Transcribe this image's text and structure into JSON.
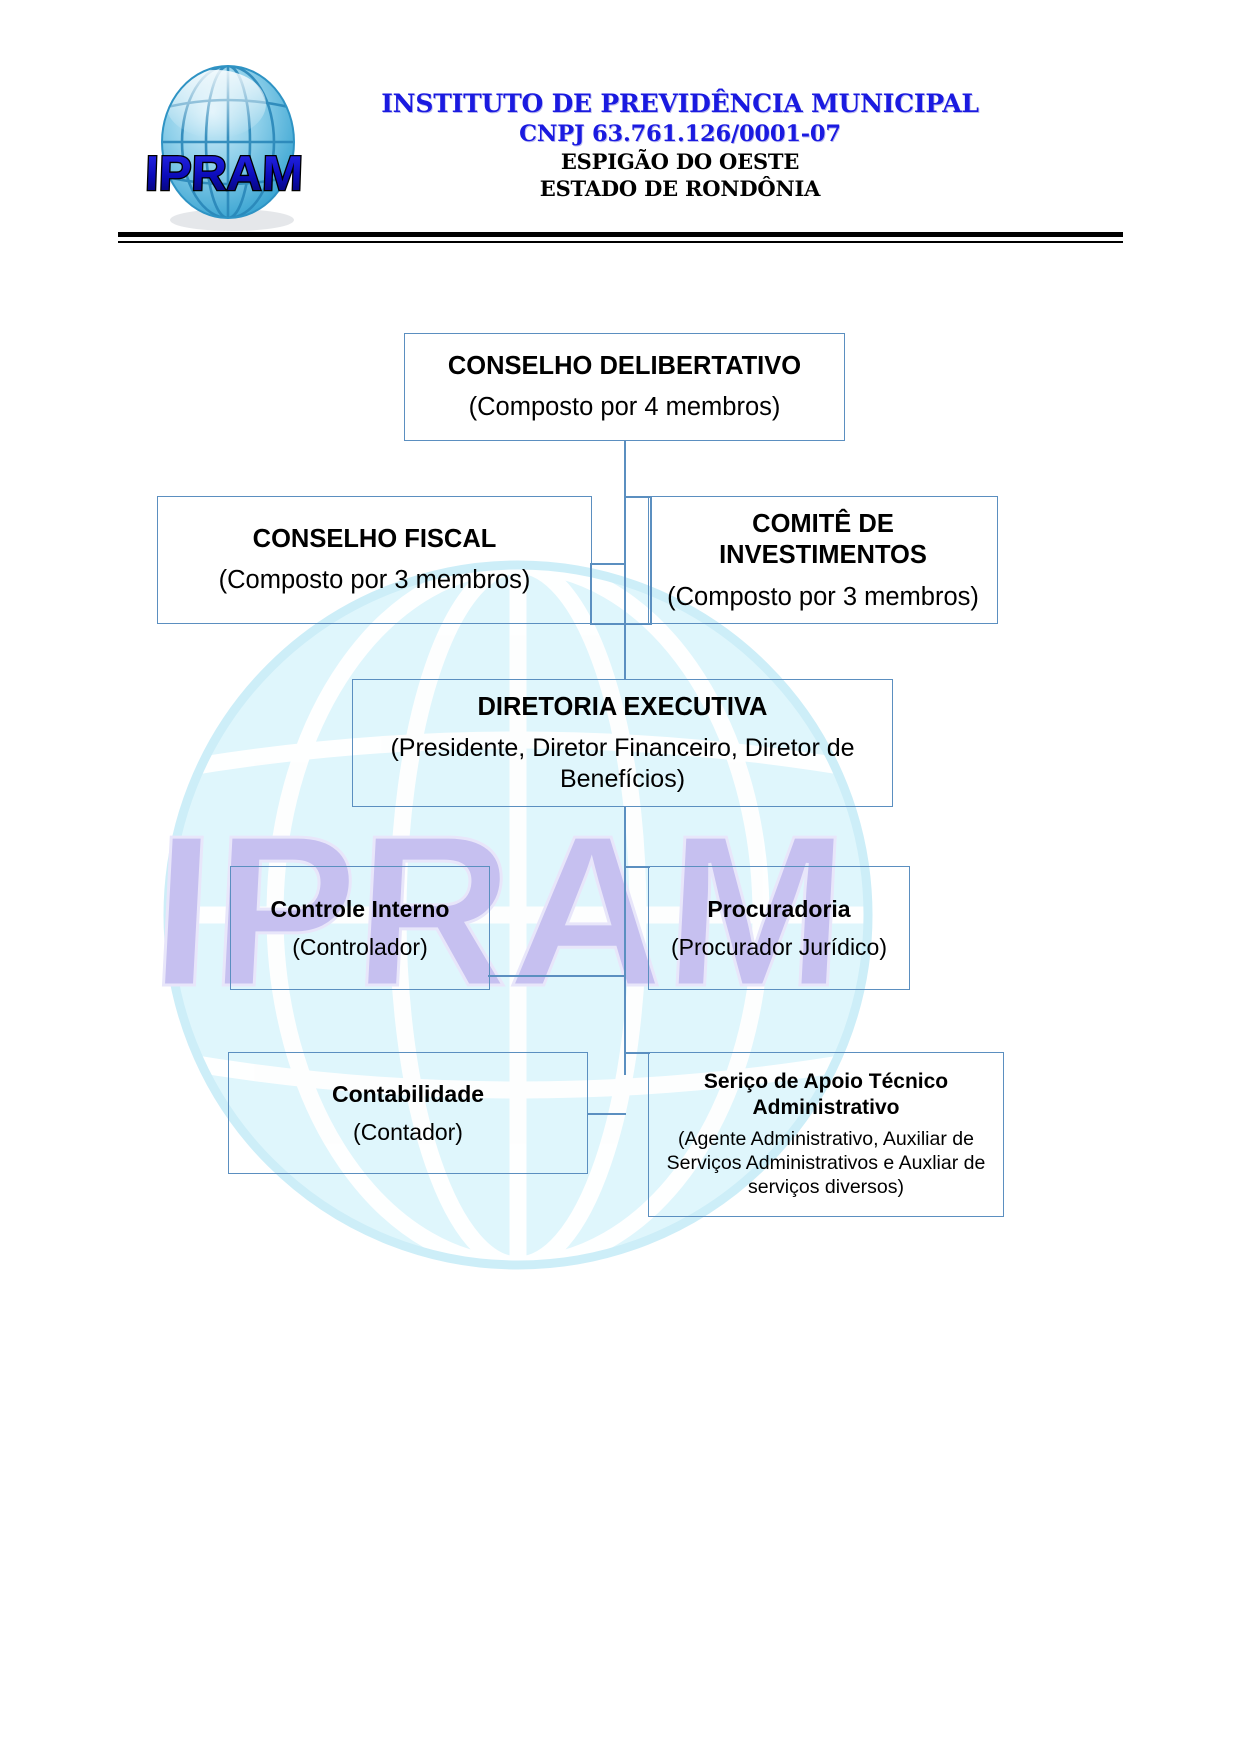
{
  "header": {
    "logo_alt": "IPRAM globe logo",
    "logo_text": "IPRAM",
    "lines": [
      {
        "text": "INSTITUTO DE PREVIDÊNCIA MUNICIPAL",
        "color": "#1a1ae0"
      },
      {
        "text": "CNPJ 63.761.126/0001-07",
        "color": "#1a1ae0"
      },
      {
        "text": "ESPIGÃO DO OESTE",
        "color": "#000000"
      },
      {
        "text": "ESTADO DE RONDÔNIA",
        "color": "#000000"
      }
    ]
  },
  "watermark": {
    "text": "IPRAM",
    "globe_color": "#d5f3fb",
    "text_color": "#c3bdef"
  },
  "chart": {
    "border_color": "#5b8fc0",
    "connector_color": "#5b8fc0",
    "nodes": [
      {
        "id": "conselho-deliberativo",
        "title": "CONSELHO DELIBERTATIVO",
        "subtitle": "(Composto por 4 membros)"
      },
      {
        "id": "conselho-fiscal",
        "title": "CONSELHO FISCAL",
        "subtitle": "(Composto por 3 membros)"
      },
      {
        "id": "comite-investimentos",
        "title": "COMITÊ DE INVESTIMENTOS",
        "subtitle": "(Composto por 3 membros)"
      },
      {
        "id": "diretoria-executiva",
        "title": "DIRETORIA EXECUTIVA",
        "subtitle": "(Presidente, Diretor Financeiro, Diretor de Benefícios)"
      },
      {
        "id": "controle-interno",
        "title": "Controle Interno",
        "subtitle": "(Controlador)"
      },
      {
        "id": "procuradoria",
        "title": "Procuradoria",
        "subtitle": "(Procurador Jurídico)"
      },
      {
        "id": "contabilidade",
        "title": "Contabilidade",
        "subtitle": "(Contador)"
      },
      {
        "id": "servico-apoio",
        "title": "Seriço de Apoio Técnico Administrativo",
        "subtitle": "(Agente Administrativo, Auxiliar de Serviços Administrativos e Auxliar de serviços diversos)"
      }
    ]
  }
}
